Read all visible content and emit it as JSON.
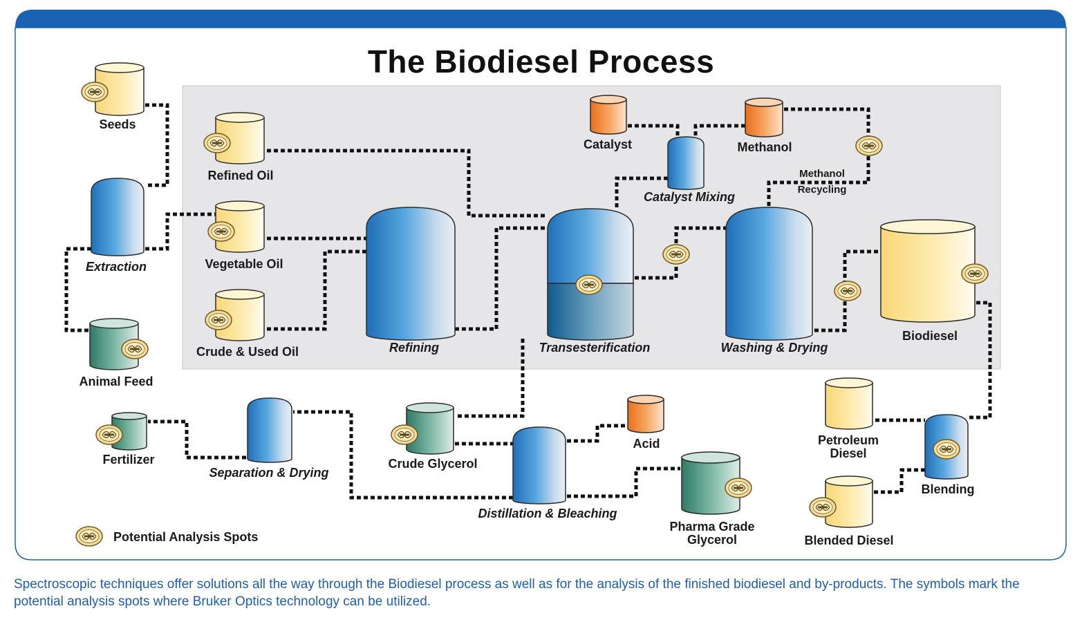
{
  "title": "The Biodiesel Process",
  "legend": {
    "label": "Potential Analysis Spots"
  },
  "caption": "Spectroscopic techniques offer solutions all the way through the Biodiesel process as well as for the analysis of the finished biodiesel and by-products. The symbols mark the potential analysis spots where Bruker Optics technology can be utilized.",
  "labels": {
    "seeds": "Seeds",
    "extraction": "Extraction",
    "animal_feed": "Animal Feed",
    "refined_oil": "Refined Oil",
    "vegetable_oil": "Vegetable Oil",
    "crude_used_oil": "Crude & Used Oil",
    "refining": "Refining",
    "catalyst": "Catalyst",
    "catalyst_mixing": "Catalyst Mixing",
    "methanol": "Methanol",
    "methanol_recycling_1": "Methanol",
    "methanol_recycling_2": "Recycling",
    "transesterification": "Transesterification",
    "washing_drying": "Washing & Drying",
    "biodiesel": "Biodiesel",
    "fertilizer": "Fertilizer",
    "separation_drying": "Separation & Drying",
    "crude_glycerol": "Crude Glycerol",
    "acid": "Acid",
    "distillation_bleaching": "Distillation & Bleaching",
    "pharma_glycerol_1": "Pharma Grade",
    "pharma_glycerol_2": "Glycerol",
    "petroleum_diesel_1": "Petroleum",
    "petroleum_diesel_2": "Diesel",
    "blending": "Blending",
    "blended_diesel": "Blended Diesel"
  },
  "colors": {
    "frame_blue": "#1a63b3",
    "panel_gray": "#e6e6e8",
    "yellow_tank": "#fbe7a6",
    "blue_tank": "#3f8fd0",
    "green_tank": "#4f9d86",
    "orange_tank": "#f08a3a",
    "caption_blue": "#1f5ea8"
  }
}
